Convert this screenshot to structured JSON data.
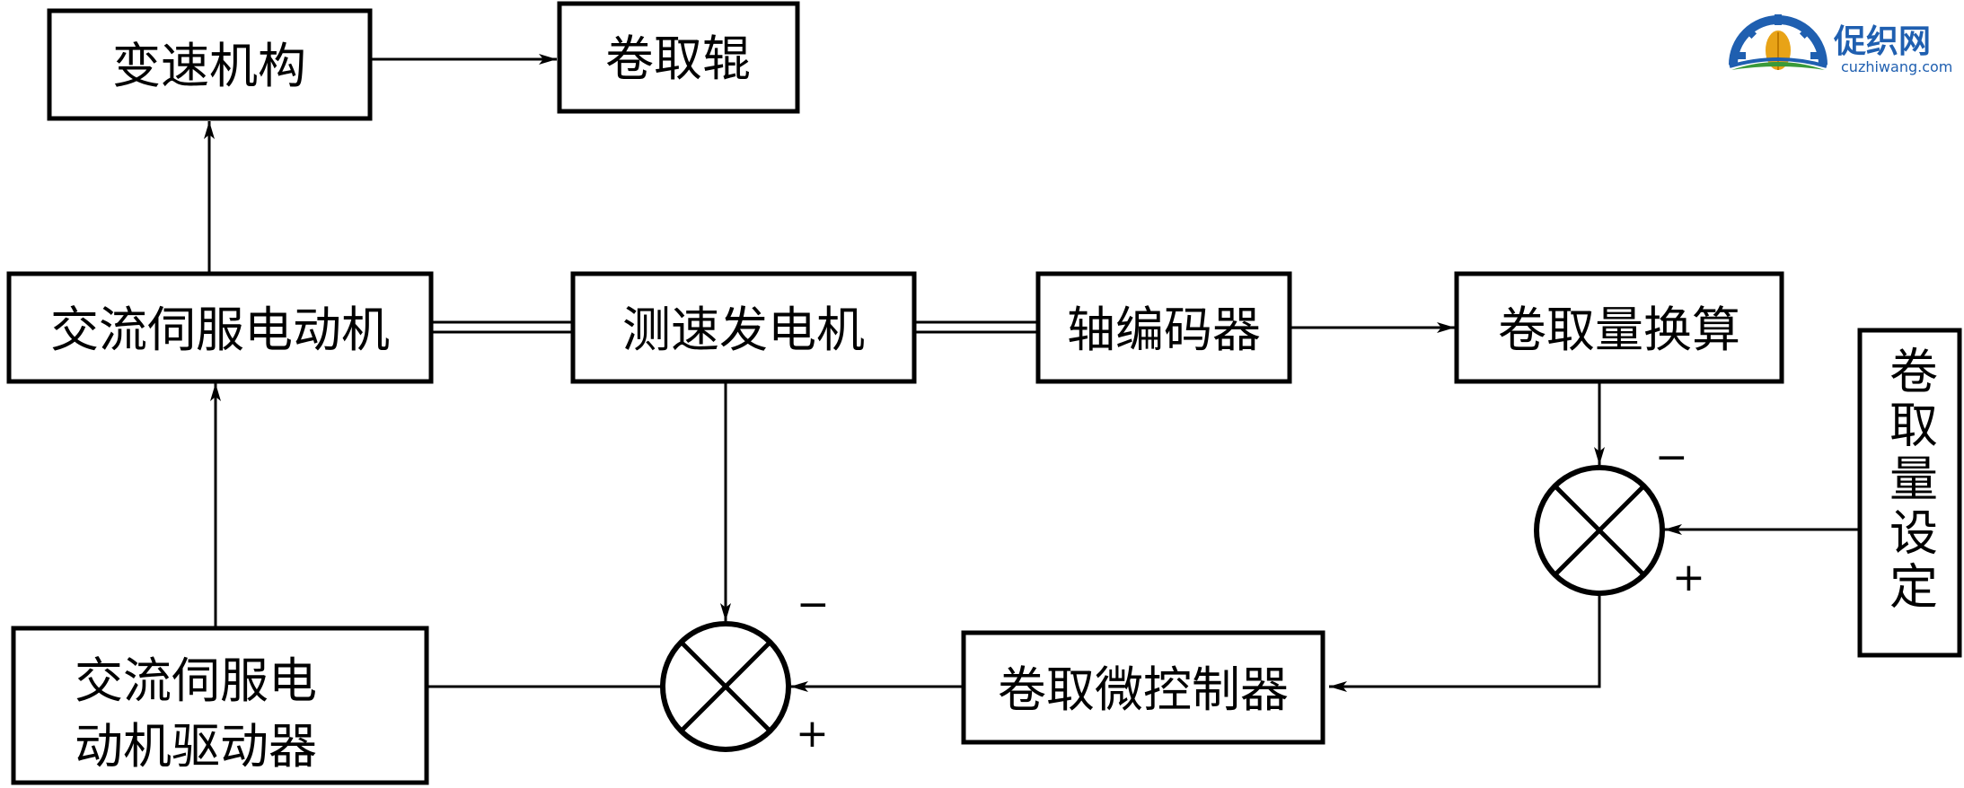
{
  "blocks": {
    "gearbox": "变速机构",
    "takeup_roller": "卷取辊",
    "ac_servo_motor": "交流伺服电动机",
    "tachogenerator": "测速发电机",
    "shaft_encoder": "轴编码器",
    "takeup_conversion": "卷取量换算",
    "takeup_setting": "卷取量设定",
    "driver_line1": "交流伺服电",
    "driver_line2": "动机驱动器",
    "takeup_microcontroller": "卷取微控制器"
  },
  "signs": {
    "sum1_minus": "−",
    "sum1_plus": "+",
    "sum2_minus": "−",
    "sum2_plus": "+"
  },
  "watermark": {
    "brand": "促织网",
    "url": "cuzhiwang.com",
    "colors": {
      "text": "#1f5fb0",
      "gear": "#1f5fb0",
      "wheat": "#e8a317",
      "leaf": "#3a9a3a"
    }
  }
}
